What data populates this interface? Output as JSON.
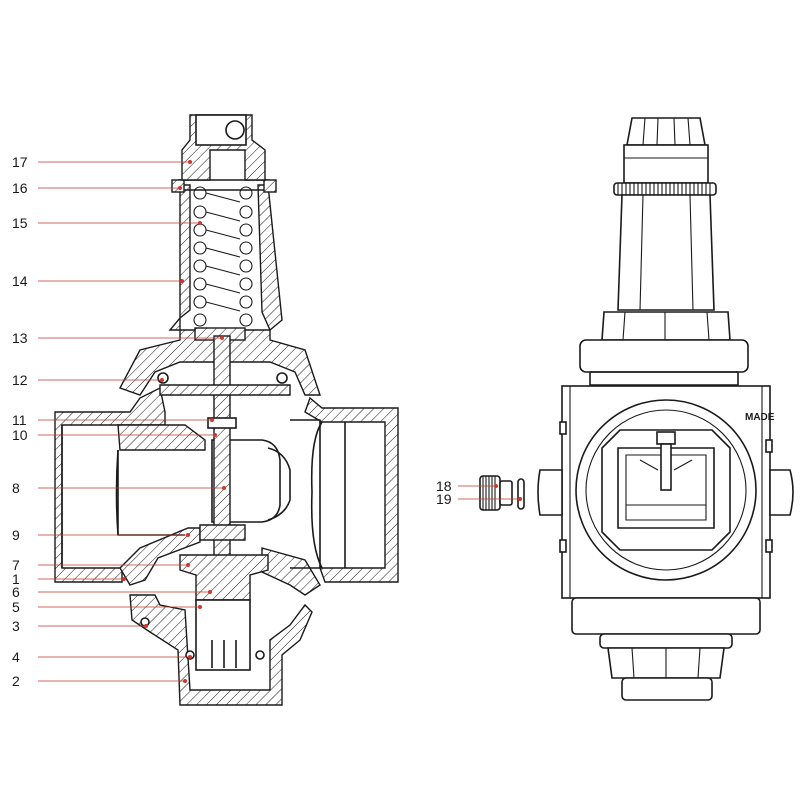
{
  "callouts": [
    {
      "num": "17"
    },
    {
      "num": "16"
    },
    {
      "num": "15"
    },
    {
      "num": "14"
    },
    {
      "num": "13"
    },
    {
      "num": "12"
    },
    {
      "num": "11"
    },
    {
      "num": "10"
    },
    {
      "num": "8"
    },
    {
      "num": "9"
    },
    {
      "num": "7"
    },
    {
      "num": "1"
    },
    {
      "num": "6"
    },
    {
      "num": "5"
    },
    {
      "num": "3"
    },
    {
      "num": "4"
    },
    {
      "num": "2"
    },
    {
      "num": "18"
    },
    {
      "num": "19"
    }
  ],
  "body_marking": "MADE",
  "colors": {
    "line": "#1a1a1a",
    "leader": "#c0392b",
    "marker": "#d0362b",
    "background": "#ffffff"
  }
}
